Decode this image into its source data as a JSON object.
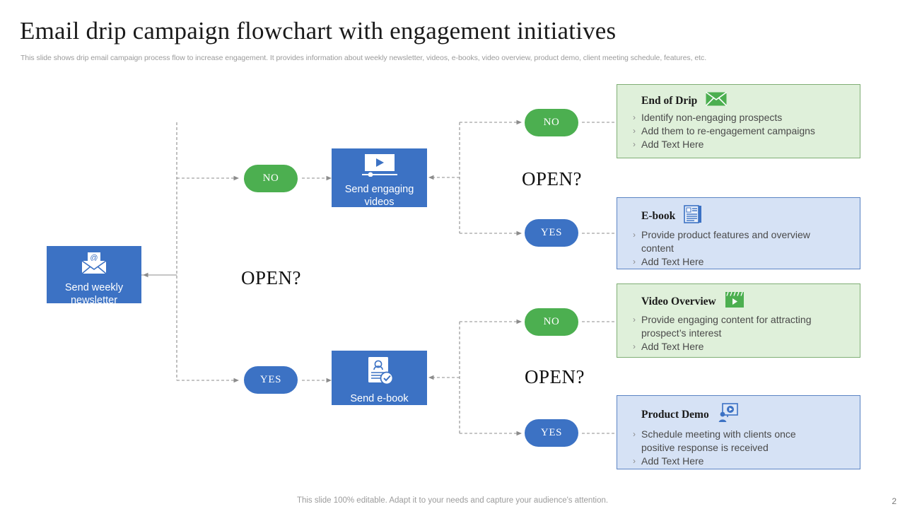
{
  "header": {
    "title": "Email drip campaign flowchart with engagement initiatives",
    "subtitle": "This slide shows drip email campaign process flow to increase engagement. It provides information about weekly newsletter, videos, e-books, video overview,  product demo, client meeting schedule, features, etc."
  },
  "flow": {
    "start": {
      "label_line1": "Send weekly",
      "label_line2": "newsletter",
      "icon": "email-at-icon"
    },
    "video_step": {
      "label_line1": "Send engaging",
      "label_line2": "videos",
      "icon": "video-player-icon"
    },
    "ebook_step": {
      "label_line1": "Send e-book",
      "label_line2": "",
      "icon": "document-person-check-icon"
    },
    "decisions": {
      "open_top": "OPEN?",
      "open_bottom": "OPEN?"
    },
    "pills": {
      "no_left": "NO",
      "yes_left": "YES",
      "no_top_right": "NO",
      "yes_top_right": "YES",
      "no_bottom_right": "NO",
      "yes_bottom_right": "YES"
    }
  },
  "cards": [
    {
      "id": "end-of-drip",
      "title": "End of Drip",
      "icon": "envelope-icon",
      "theme": "green",
      "bullets": [
        "Identify non-engaging prospects",
        "Add them to re-engagement campaigns",
        "Add Text Here"
      ]
    },
    {
      "id": "e-book",
      "title": "E-book",
      "icon": "book-icon",
      "theme": "blue",
      "bullets": [
        "Provide product features and overview content",
        "Add Text Here"
      ]
    },
    {
      "id": "video-overview",
      "title": "Video Overview",
      "icon": "clapperboard-icon",
      "theme": "green",
      "bullets": [
        "Provide engaging content for attracting prospect’s interest",
        "Add Text Here"
      ]
    },
    {
      "id": "product-demo",
      "title": "Product Demo",
      "icon": "presentation-icon",
      "theme": "blue",
      "bullets": [
        "Schedule meeting with clients once positive response is received",
        "Add Text Here"
      ]
    }
  ],
  "footer": {
    "note": "This slide 100% editable. Adapt it to your needs and capture your audience's attention.",
    "page_number": "2"
  },
  "colors": {
    "blue": "#3c72c4",
    "green": "#4caf50",
    "card_green_bg": "#dff0da",
    "card_green_border": "#7fae74",
    "card_blue_bg": "#d6e2f5",
    "card_blue_border": "#5b84c4",
    "connector": "#8c8c8c"
  },
  "chevron": "›"
}
